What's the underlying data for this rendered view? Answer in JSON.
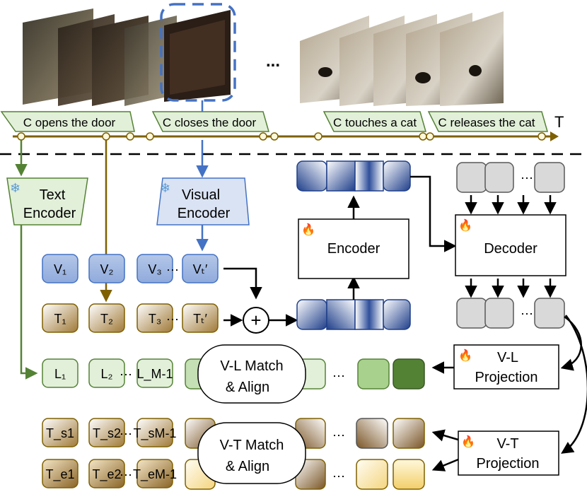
{
  "timeline": {
    "axis_label": "T",
    "ellipsis": "...",
    "narrations": [
      {
        "text": "C opens the door"
      },
      {
        "text": "C closes the door"
      },
      {
        "text": "C touches a cat"
      },
      {
        "text": "C releases the cat"
      }
    ]
  },
  "encoders": {
    "text_line1": "Text",
    "text_line2": "Encoder",
    "visual_line1": "Visual",
    "visual_line2": "Encoder",
    "snowflake": "❄"
  },
  "tokens": {
    "v": [
      "V₁",
      "V₂",
      "V₃",
      "Vₜ′"
    ],
    "t": [
      "T₁",
      "T₂",
      "T₃",
      "Tₜ′"
    ],
    "l": [
      "L₁",
      "L₂",
      "L_M-1"
    ],
    "ts": [
      "T_s1",
      "T_s2",
      "T_sM-1"
    ],
    "te": [
      "T_e1",
      "T_e2",
      "T_eM-1"
    ],
    "dots": "⋯"
  },
  "model": {
    "encoder": "Encoder",
    "decoder": "Decoder",
    "fire": "🔥",
    "plus": "+"
  },
  "heads": {
    "vl_line1": "V-L",
    "vl_line2": "Projection",
    "vt_line1": "V-T",
    "vt_line2": "Projection",
    "vl_match_line1": "V-L Match",
    "vl_match_line2": "& Align",
    "vt_match_line1": "V-T Match",
    "vt_match_line2": "& Align"
  },
  "colors": {
    "olive": "#7f6000",
    "green_dark": "#548235",
    "blue": "#4472c4"
  }
}
